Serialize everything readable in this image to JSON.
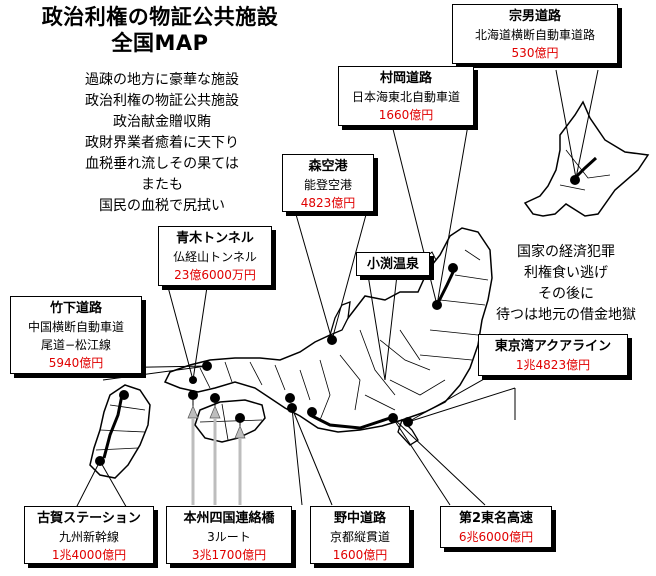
{
  "title_lines": [
    "政治利権の物証公共施設",
    "全国MAP"
  ],
  "poem_lines": [
    "過疎の地方に豪華な施設",
    "政治利権の物証公共施設",
    "政治献金贈収賄",
    "政財界業者癒着に天下り",
    "血税垂れ流しその果ては",
    "またも",
    "国民の血税で尻拭い"
  ],
  "side_lines": [
    "国家の経済犯罪",
    "利権食い逃げ",
    "その後に",
    "待つは地元の借金地獄"
  ],
  "callouts": {
    "soya": {
      "name": "宗男道路",
      "detail": "北海道横断自動車道路",
      "cost": "530億円"
    },
    "muraoka": {
      "name": "村岡道路",
      "detail": "日本海東北自動車道",
      "cost": "1660億円"
    },
    "mori": {
      "name": "森空港",
      "detail": "能登空港",
      "cost": "4823億円"
    },
    "aoki": {
      "name": "青木トンネル",
      "detail": "仏経山トンネル",
      "cost": "23億6000万円"
    },
    "obuchi": {
      "name": "小渕温泉"
    },
    "takeshita": {
      "name": "竹下道路",
      "detail": "中国横断自動車道",
      "detail2": "尾道−松江線",
      "cost": "5940億円"
    },
    "tokyowan": {
      "name": "東京湾アクアライン",
      "cost": "1兆4823億円"
    },
    "koga": {
      "name": "古賀ステーション",
      "detail": "九州新幹線",
      "cost": "1兆4000億円"
    },
    "honshi": {
      "name": "本州四国連絡橋",
      "detail": "3ルート",
      "cost": "3兆1700億円"
    },
    "nonaka": {
      "name": "野中道路",
      "detail": "京都縦貫道",
      "cost": "1600億円"
    },
    "tomei": {
      "name": "第2東名高速",
      "cost": "6兆6000億円"
    }
  }
}
